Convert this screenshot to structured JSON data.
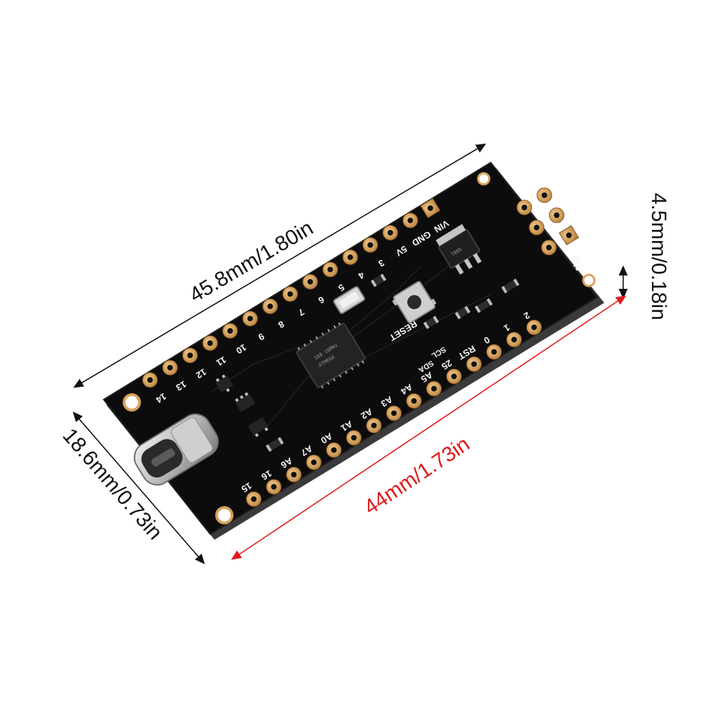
{
  "dimensions": {
    "length_top": "45.8mm/1.80in",
    "length_bottom": "44mm/1.73in",
    "width": "18.6mm/0.73in",
    "thickness": "4.5mm/0.18in",
    "highlight_color": "#e01a1a"
  },
  "board": {
    "top_row_labels": [
      "14",
      "13",
      "12",
      "11",
      "10",
      "9",
      "8",
      "7",
      "6",
      "5",
      "4",
      "3",
      "5V",
      "GND",
      "VIN"
    ],
    "bottom_row_labels": [
      "15",
      "16",
      "A6",
      "A7",
      "A0",
      "A1",
      "A2",
      "A3",
      "A4",
      "A5",
      "25",
      "RST",
      "0",
      "1",
      "2"
    ],
    "extra_labels": {
      "reset": "RESET",
      "isp": "ISP",
      "sda": "SDA",
      "scl": "SCL",
      "regulator": "7805",
      "chip_line1": "168-16MHz",
      "chip_line2": "ATMEGA"
    },
    "pcb_color": "#0c0c0c",
    "pad_color": "#d9a25a"
  }
}
